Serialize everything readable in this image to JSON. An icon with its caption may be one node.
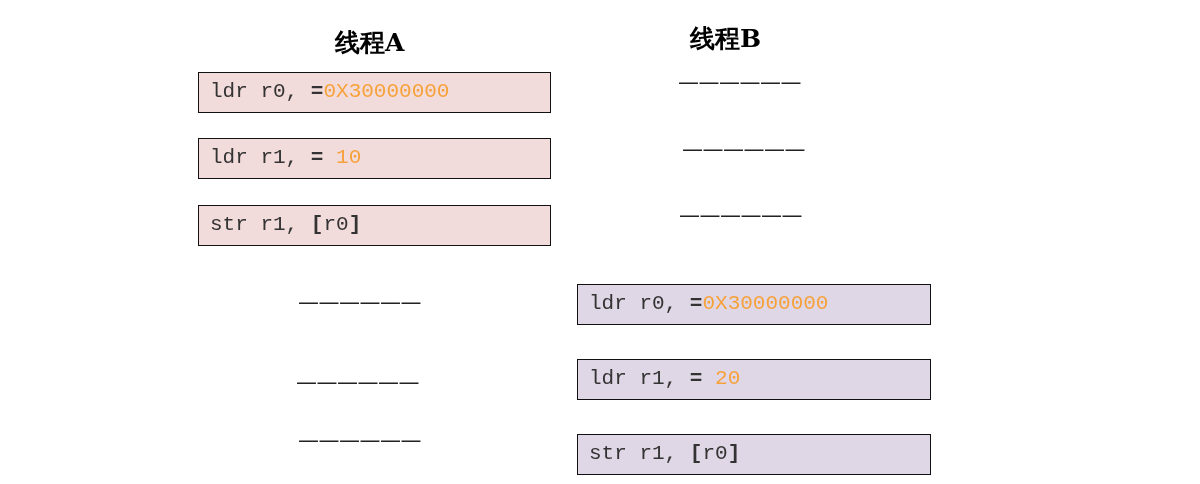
{
  "diagram": {
    "nodes": [
      {
        "text": [
          "ldr r0, **=**",
          "0X30000000"
        ]
      },
      {
        "text": [
          "ldr r1, **=** ",
          "10"
        ]
      },
      {
        "text": [
          "str r1, **[**r0**]**"
        ]
      },
      {
        "text": [
          "ldr r0, **=**",
          "0X30000000"
        ]
      },
      {
        "text": [
          "ldr r1, **=** ",
          "20"
        ]
      },
      {
        "text": [
          "str r1, **[**r0**]**"
        ]
      }
    ],
    "edges": [],
    "labels": [
      "线程A",
      "线程B",
      "——————",
      "——————",
      "——————",
      "——————",
      "——————",
      "——————"
    ]
  }
}
